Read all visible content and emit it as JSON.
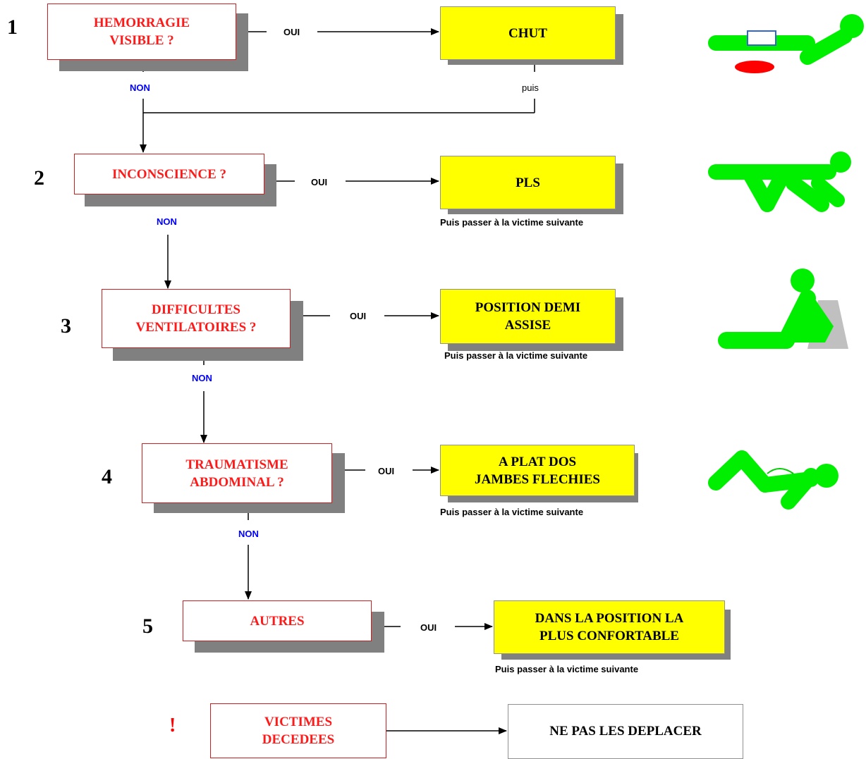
{
  "steps": [
    {
      "number": "1",
      "question": "HEMORRAGIE\nVISIBLE ?",
      "yes": "OUI",
      "no": "NON",
      "action": "CHUT",
      "after": "puis"
    },
    {
      "number": "2",
      "question": "INCONSCIENCE ?",
      "yes": "OUI",
      "no": "NON",
      "action": "PLS",
      "note": "Puis passer à la victime suivante"
    },
    {
      "number": "3",
      "question": "DIFFICULTES\nVENTILATOIRES ?",
      "yes": "OUI",
      "no": "NON",
      "action": "POSITION DEMI\nASSISE",
      "note": "Puis passer à la victime suivante"
    },
    {
      "number": "4",
      "question": "TRAUMATISME\nABDOMINAL ?",
      "yes": "OUI",
      "no": "NON",
      "action": "A PLAT DOS\nJAMBES FLECHIES",
      "note": "Puis passer à la victime suivante"
    },
    {
      "number": "5",
      "question": "AUTRES",
      "yes": "OUI",
      "action": "DANS LA POSITION LA\nPLUS CONFORTABLE",
      "note": "Puis passer à la victime suivante"
    }
  ],
  "deceased": {
    "mark": "!",
    "question": "VICTIMES\nDECEDEES",
    "action": "NE PAS LES DEPLACER"
  },
  "colors": {
    "question_text": "#ff1a1a",
    "question_border": "#cc1f1f",
    "action_fill": "#ffff00",
    "shadow": "#808080",
    "figure": "#00ee00",
    "blood": "#ff0000",
    "no_label": "#0000ff"
  },
  "icons": [
    "bleeding-victim-icon",
    "recovery-position-icon",
    "half-sitting-icon",
    "legs-bent-icon"
  ]
}
